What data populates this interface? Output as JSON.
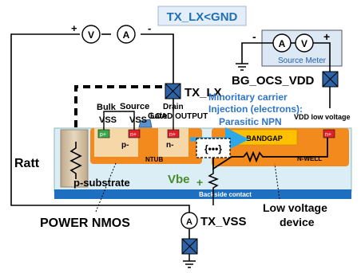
{
  "title": "TX_LX<GND",
  "labels": {
    "tx_lx": "TX_LX",
    "tx_vss": "TX_VSS",
    "bg_ocs_vdd": "BG_OCS_VDD",
    "source_meter": "Source Meter",
    "drain": "Drain",
    "load_output": "LOAD OUTPUT",
    "gate": "Gate",
    "bulk": "Bulk",
    "vss_bulk": "VSS",
    "source": "Source",
    "vss_source": "VSS",
    "minority_line1": "Minoritary carrier",
    "minority_line2": "Injection (electrons):",
    "parasitic": "Parasitic NPN",
    "vdd_low": "VDD low voltage",
    "ratt": "Ratt",
    "p_substrate": "p-substrate",
    "ntub": "NTUB",
    "bandgap": "BANDGAP",
    "nwell": "N-WELL",
    "backside": "Backside contact",
    "vbe": "Vbe",
    "power_nmos": "POWER NMOS",
    "low_voltage_line1": "Low voltage",
    "low_voltage_line2": "device",
    "dots": "{•••}",
    "plus": "+",
    "minus": "-"
  },
  "regions": {
    "p_plus": "p+",
    "n_plus_src": "n+",
    "p_minus": "p-",
    "n_minus": "n-",
    "n_plus_drain": "n+",
    "n_plus_vdd": "n+"
  },
  "meters": {
    "v_left": "V",
    "a_left": "A",
    "a_right": "A",
    "v_right": "V",
    "a_bottom": "A"
  },
  "colors": {
    "title": "#1f6fb5",
    "blue_text": "#2e75c8",
    "orange": "#f28a1e",
    "bandgap": "#ffc000",
    "substrate": "#dbeef6",
    "backside": "#1f6fc0",
    "pad": "#1f5fa8"
  }
}
